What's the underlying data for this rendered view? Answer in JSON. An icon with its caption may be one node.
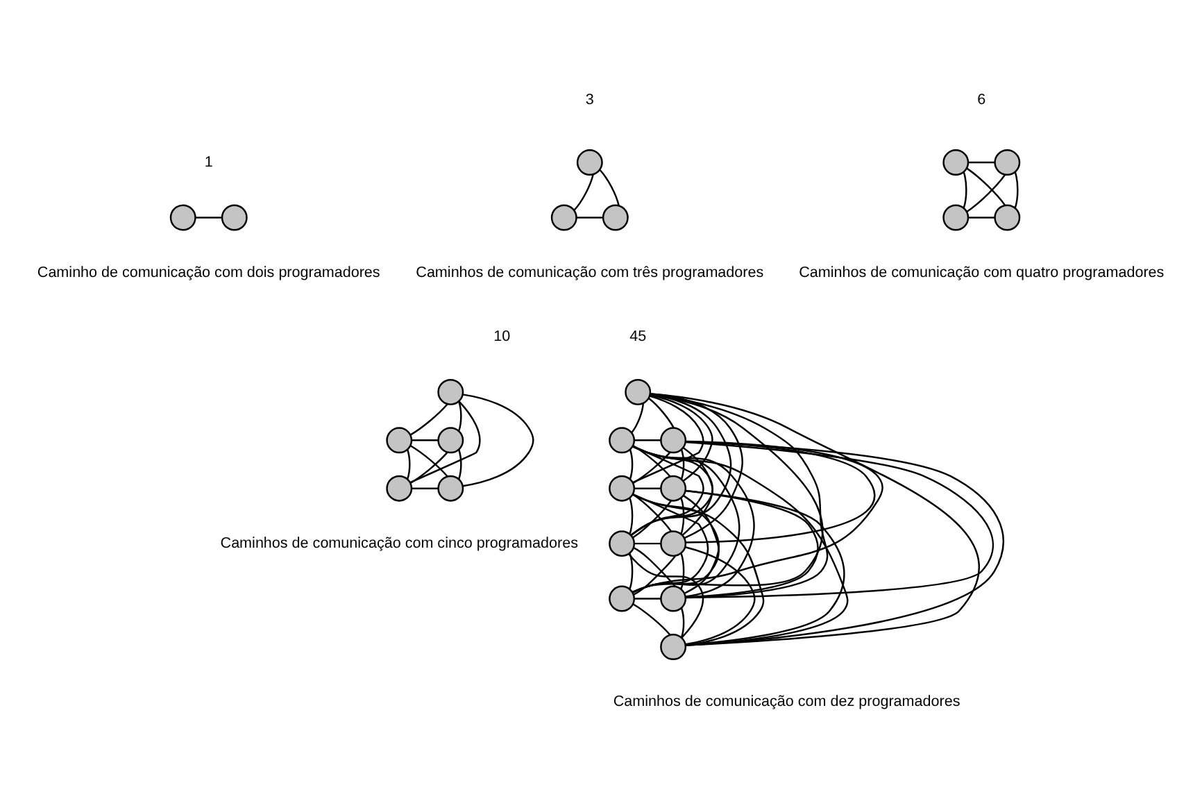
{
  "diagram": {
    "nodes": [
      {
        "text": [],
        "shape": "circle"
      },
      {
        "text": [],
        "shape": "circle"
      },
      {
        "text": [],
        "shape": "circle"
      },
      {
        "text": [],
        "shape": "circle"
      },
      {
        "text": [],
        "shape": "circle"
      },
      {
        "text": [],
        "shape": "circle"
      },
      {
        "text": [],
        "shape": "circle"
      },
      {
        "text": [],
        "shape": "circle"
      },
      {
        "text": [],
        "shape": "circle"
      },
      {
        "text": [],
        "shape": "circle"
      },
      {
        "text": [],
        "shape": "circle"
      },
      {
        "text": [],
        "shape": "circle"
      },
      {
        "text": [],
        "shape": "circle"
      },
      {
        "text": [],
        "shape": "circle"
      },
      {
        "text": [],
        "shape": "circle"
      },
      {
        "text": [],
        "shape": "circle"
      },
      {
        "text": [],
        "shape": "circle"
      },
      {
        "text": [],
        "shape": "circle"
      },
      {
        "text": [],
        "shape": "circle"
      },
      {
        "text": [],
        "shape": "circle"
      },
      {
        "text": [],
        "shape": "circle"
      },
      {
        "text": [],
        "shape": "circle"
      },
      {
        "text": [],
        "shape": "circle"
      },
      {
        "text": [],
        "shape": "circle"
      }
    ],
    "edges": [
      {
        "from": 0,
        "to": 1,
        "arrow": "none"
      },
      {
        "from": 2,
        "to": 3,
        "arrow": "none"
      },
      {
        "from": 2,
        "to": 4,
        "arrow": "none"
      },
      {
        "from": 3,
        "to": 4,
        "arrow": "none"
      },
      {
        "from": 5,
        "to": 6,
        "arrow": "none"
      },
      {
        "from": 5,
        "to": 7,
        "arrow": "none"
      },
      {
        "from": 5,
        "to": 8,
        "arrow": "none"
      },
      {
        "from": 6,
        "to": 7,
        "arrow": "none"
      },
      {
        "from": 6,
        "to": 8,
        "arrow": "none"
      },
      {
        "from": 7,
        "to": 8,
        "arrow": "none"
      },
      {
        "from": 9,
        "to": 10,
        "arrow": "none"
      },
      {
        "from": 9,
        "to": 11,
        "arrow": "none"
      },
      {
        "from": 9,
        "to": 12,
        "arrow": "none"
      },
      {
        "from": 9,
        "to": 13,
        "arrow": "none"
      },
      {
        "from": 10,
        "to": 11,
        "arrow": "none"
      },
      {
        "from": 10,
        "to": 12,
        "arrow": "none"
      },
      {
        "from": 10,
        "to": 13,
        "arrow": "none"
      },
      {
        "from": 11,
        "to": 12,
        "arrow": "none"
      },
      {
        "from": 11,
        "to": 13,
        "arrow": "none"
      },
      {
        "from": 12,
        "to": 13,
        "arrow": "none"
      },
      {
        "from": 14,
        "to": 15,
        "arrow": "none"
      },
      {
        "from": 14,
        "to": 16,
        "arrow": "none"
      },
      {
        "from": 14,
        "to": 17,
        "arrow": "none"
      },
      {
        "from": 14,
        "to": 18,
        "arrow": "none"
      },
      {
        "from": 14,
        "to": 19,
        "arrow": "none"
      },
      {
        "from": 14,
        "to": 20,
        "arrow": "none"
      },
      {
        "from": 14,
        "to": 21,
        "arrow": "none"
      },
      {
        "from": 14,
        "to": 22,
        "arrow": "none"
      },
      {
        "from": 14,
        "to": 23,
        "arrow": "none"
      },
      {
        "from": 15,
        "to": 16,
        "arrow": "none"
      },
      {
        "from": 15,
        "to": 17,
        "arrow": "none"
      },
      {
        "from": 15,
        "to": 18,
        "arrow": "none"
      },
      {
        "from": 15,
        "to": 19,
        "arrow": "none"
      },
      {
        "from": 15,
        "to": 20,
        "arrow": "none"
      },
      {
        "from": 15,
        "to": 21,
        "arrow": "none"
      },
      {
        "from": 15,
        "to": 22,
        "arrow": "none"
      },
      {
        "from": 15,
        "to": 23,
        "arrow": "none"
      },
      {
        "from": 16,
        "to": 17,
        "arrow": "none"
      },
      {
        "from": 16,
        "to": 18,
        "arrow": "none"
      },
      {
        "from": 16,
        "to": 19,
        "arrow": "none"
      },
      {
        "from": 16,
        "to": 20,
        "arrow": "none"
      },
      {
        "from": 16,
        "to": 21,
        "arrow": "none"
      },
      {
        "from": 16,
        "to": 22,
        "arrow": "none"
      },
      {
        "from": 16,
        "to": 23,
        "arrow": "none"
      },
      {
        "from": 17,
        "to": 18,
        "arrow": "none"
      },
      {
        "from": 17,
        "to": 19,
        "arrow": "none"
      },
      {
        "from": 17,
        "to": 20,
        "arrow": "none"
      },
      {
        "from": 17,
        "to": 21,
        "arrow": "none"
      },
      {
        "from": 17,
        "to": 22,
        "arrow": "none"
      },
      {
        "from": 17,
        "to": 23,
        "arrow": "none"
      },
      {
        "from": 18,
        "to": 19,
        "arrow": "none"
      },
      {
        "from": 18,
        "to": 20,
        "arrow": "none"
      },
      {
        "from": 18,
        "to": 21,
        "arrow": "none"
      },
      {
        "from": 18,
        "to": 22,
        "arrow": "none"
      },
      {
        "from": 18,
        "to": 23,
        "arrow": "none"
      },
      {
        "from": 19,
        "to": 20,
        "arrow": "none"
      },
      {
        "from": 19,
        "to": 21,
        "arrow": "none"
      },
      {
        "from": 19,
        "to": 22,
        "arrow": "none"
      },
      {
        "from": 19,
        "to": 23,
        "arrow": "none"
      },
      {
        "from": 20,
        "to": 21,
        "arrow": "none"
      },
      {
        "from": 20,
        "to": 22,
        "arrow": "none"
      },
      {
        "from": 20,
        "to": 23,
        "arrow": "none"
      },
      {
        "from": 21,
        "to": 22,
        "arrow": "none"
      },
      {
        "from": 21,
        "to": 23,
        "arrow": "none"
      },
      {
        "from": 22,
        "to": 23,
        "arrow": "none"
      }
    ],
    "labels": [
      "1",
      "3",
      "6",
      "Caminho de comunicação com dois programadores",
      "Caminhos de comunicação com três programadores",
      "Caminhos de comunicação com quatro programadores",
      "10",
      "45",
      "Caminhos de comunicação com cinco programadores",
      "Caminhos de comunicação com dez programadores"
    ]
  }
}
